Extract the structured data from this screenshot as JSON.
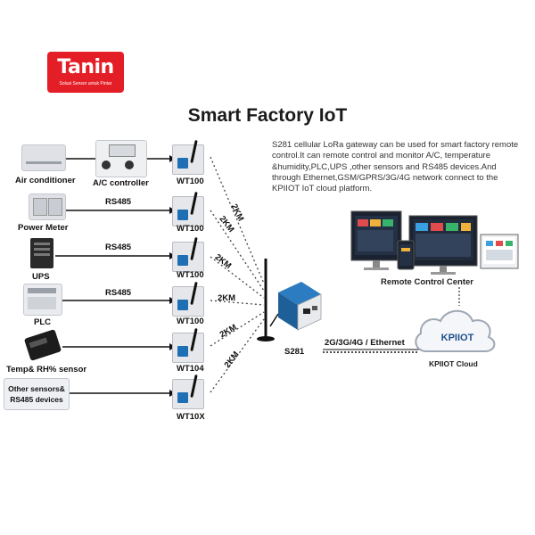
{
  "brand": {
    "name": "Tanin",
    "tagline": "Solusi Sensor untuk Pintar",
    "color": "#e41e26"
  },
  "diagram": {
    "title": "Smart Factory IoT",
    "description": "S281 cellular LoRa gateway can be used for smart factory remote control.It can remote control and monitor A/C, temperature &humidity,PLC,UPS ,other sensors and RS485 devices.And through Ethernet,GSM/GPRS/3G/4G network connect to the KPIIOT IoT cloud platform.",
    "devices": {
      "air_conditioner": "Air conditioner",
      "ac_controller": "A/C controller",
      "power_meter": "Power Meter",
      "ups": "UPS",
      "plc": "PLC",
      "temp_sensor": "Temp& RH% sensor",
      "other_sensors": "Other sensors& RS485 devices"
    },
    "nodes": [
      "WT100",
      "WT100",
      "WT100",
      "WT100",
      "WT104",
      "WT10X"
    ],
    "links": {
      "rs485": "RS485",
      "distance": "2KM",
      "network": "2G/3G/4G / Ethernet"
    },
    "gateway": "S281",
    "remote_center": "Remote Control Center",
    "cloud": {
      "brand": "KPIIOT",
      "label": "KPIIOT Cloud"
    }
  }
}
